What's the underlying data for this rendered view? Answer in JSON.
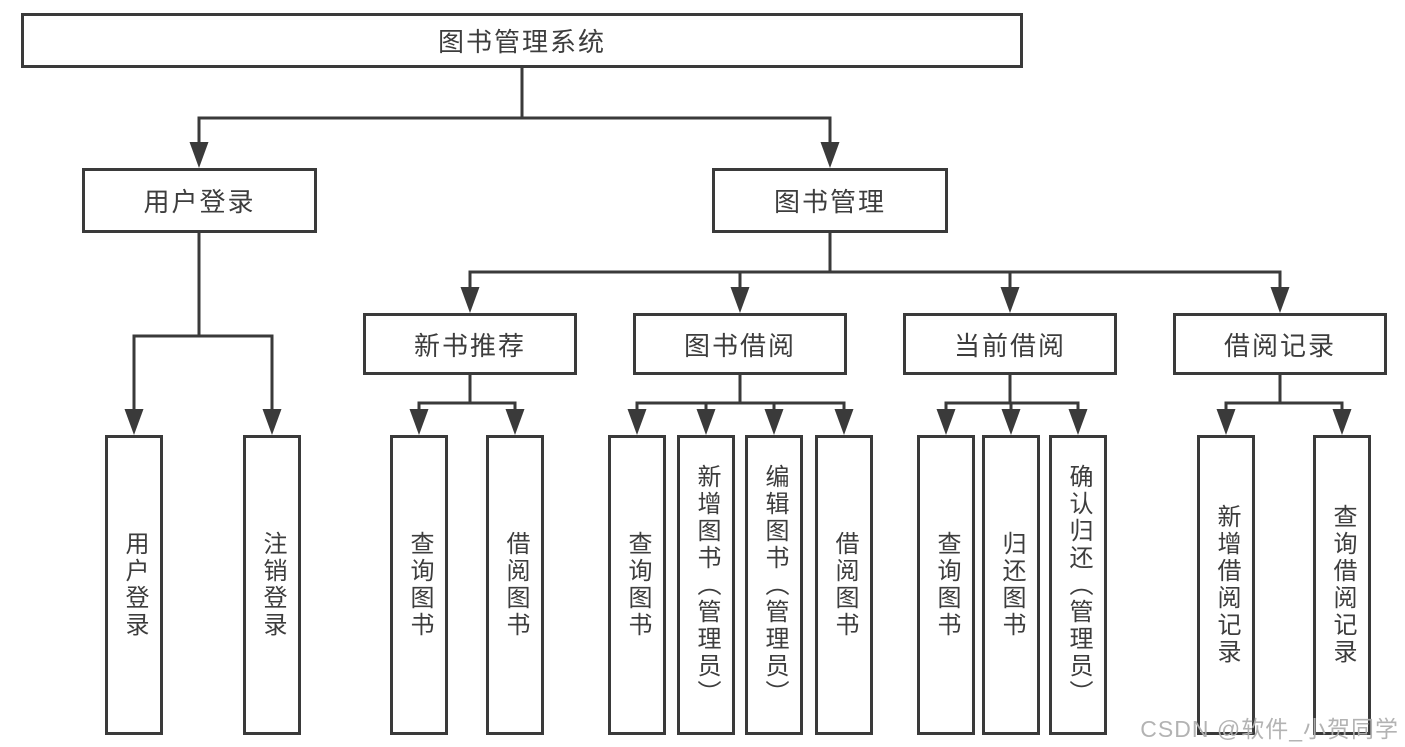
{
  "tree": {
    "root": {
      "label": "图书管理系统"
    },
    "branches": [
      {
        "label": "用户登录",
        "children": [
          {
            "label": "用户登录"
          },
          {
            "label": "注销登录"
          }
        ]
      },
      {
        "label": "图书管理",
        "sections": [
          {
            "label": "新书推荐",
            "children": [
              {
                "label": "查询图书"
              },
              {
                "label": "借阅图书"
              }
            ]
          },
          {
            "label": "图书借阅",
            "children": [
              {
                "label": "查询图书"
              },
              {
                "label": "新增图书（管理员）"
              },
              {
                "label": "编辑图书（管理员）"
              },
              {
                "label": "借阅图书"
              }
            ]
          },
          {
            "label": "当前借阅",
            "children": [
              {
                "label": "查询图书"
              },
              {
                "label": "归还图书"
              },
              {
                "label": "确认归还（管理员）"
              }
            ]
          },
          {
            "label": "借阅记录",
            "children": [
              {
                "label": "新增借阅记录"
              },
              {
                "label": "查询借阅记录"
              }
            ]
          }
        ]
      }
    ]
  },
  "colors": {
    "line": "#3a3a3a",
    "text": "#3d3d3d",
    "watermark": "#afafaf"
  },
  "watermark": {
    "text": "CSDN @软件_小贺同学"
  }
}
